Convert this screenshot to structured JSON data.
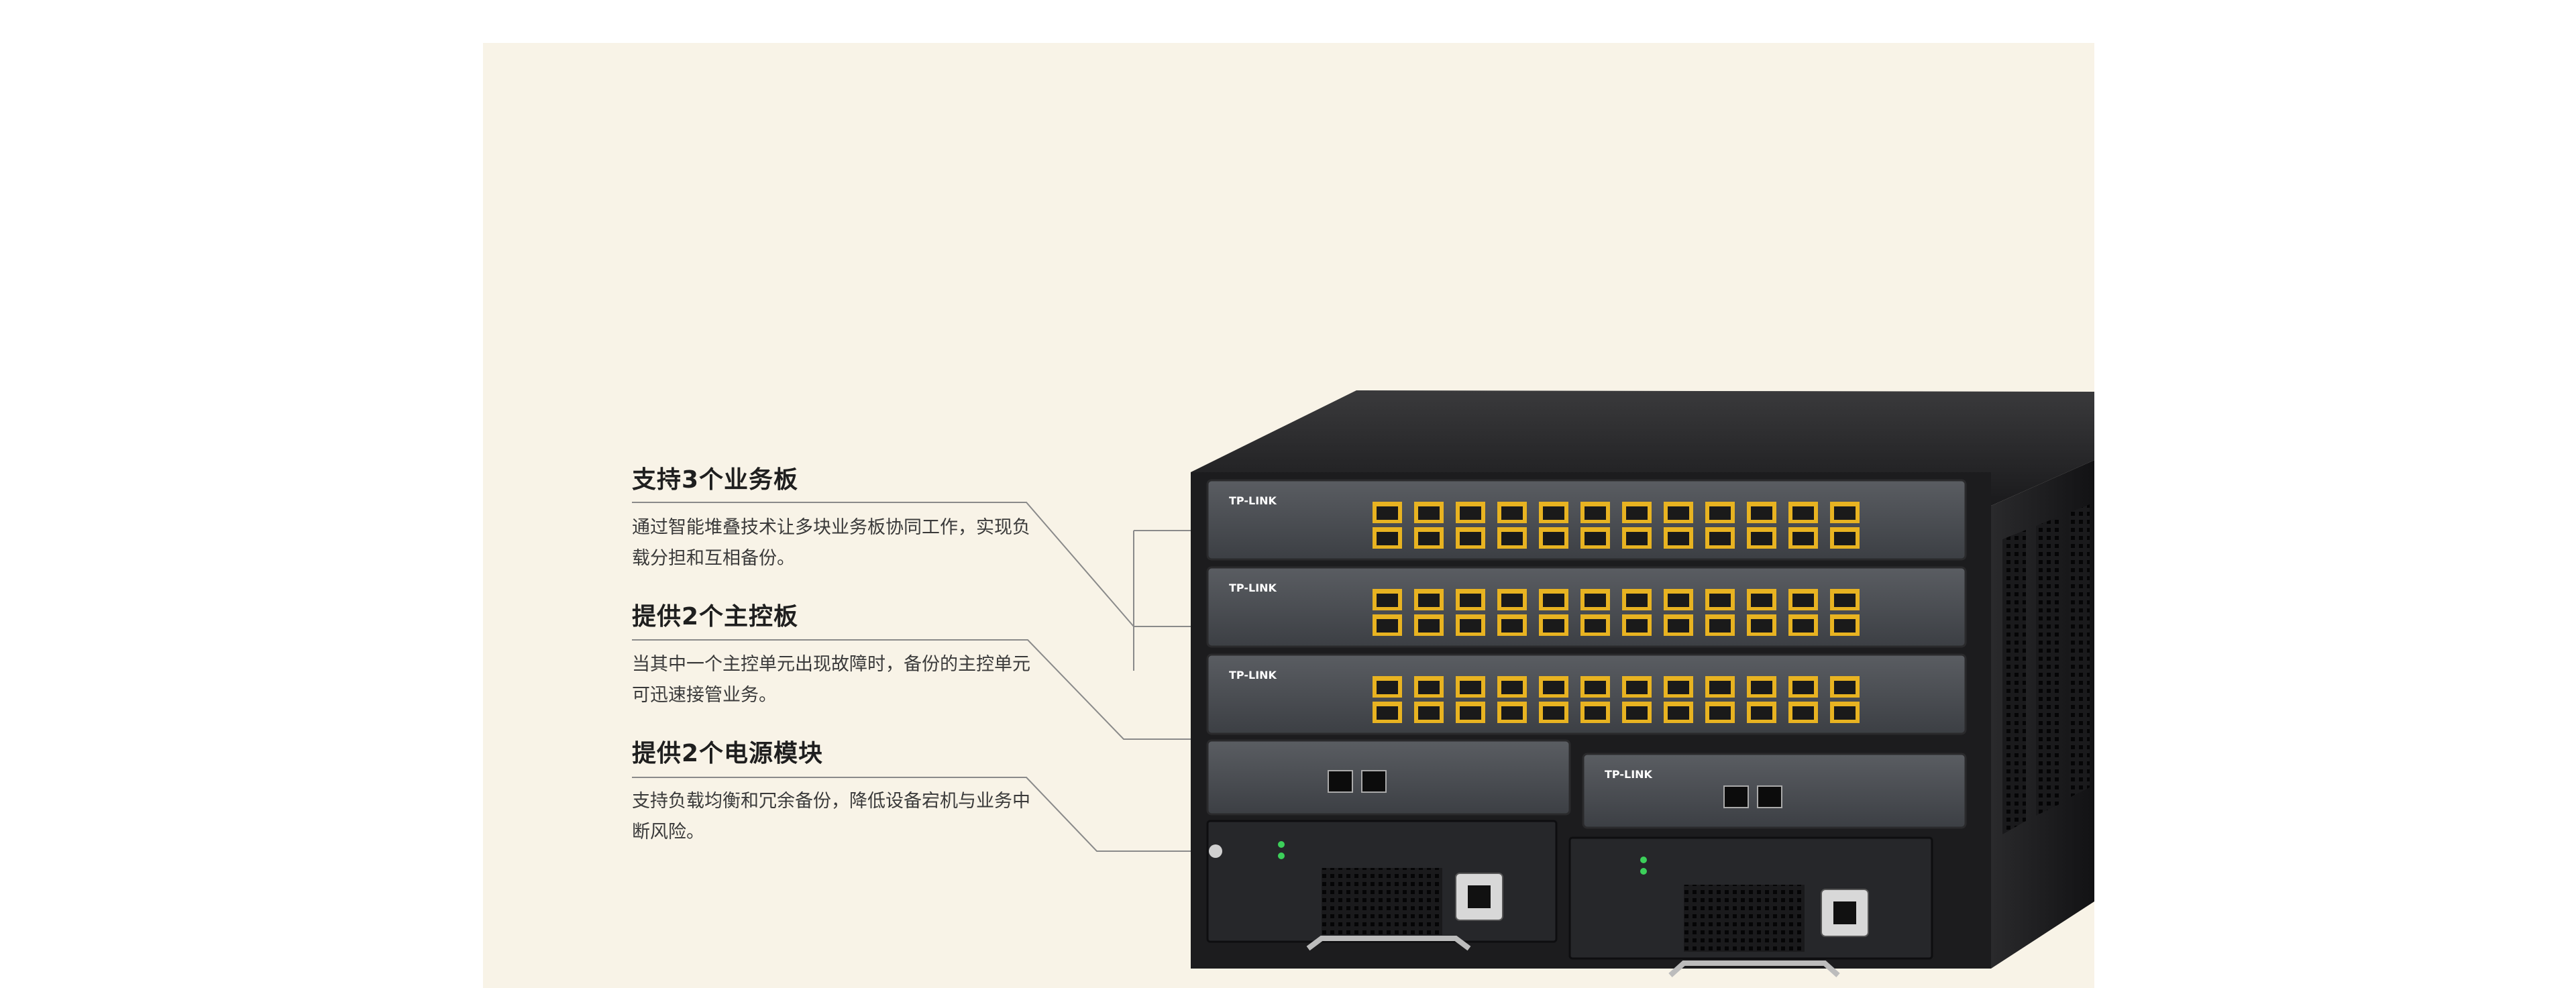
{
  "features": [
    {
      "title": "支持3个业务板",
      "description": "通过智能堆叠技术让多块业务板协同工作，实现负载分担和互相备份。"
    },
    {
      "title": "提供2个主控板",
      "description": "当其中一个主控单元出现故障时，备份的主控单元可迅速接管业务。"
    },
    {
      "title": "提供2个电源模块",
      "description": "支持负载均衡和冗余备份，降低设备宕机与业务中断风险。"
    }
  ],
  "product": {
    "brand": "TP-LINK",
    "colors": {
      "background": "#f8f3e7",
      "chassis": "#1c1c1e",
      "module": "#4a4d52",
      "port_accent": "#e8b321",
      "leader_line": "#8a8a8a"
    }
  }
}
